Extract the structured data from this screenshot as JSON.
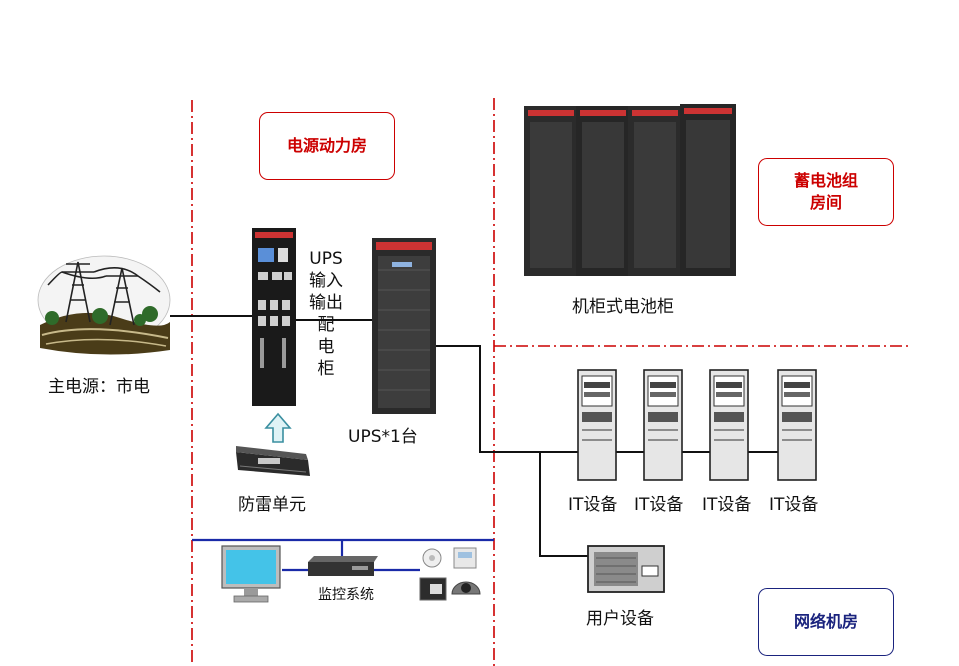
{
  "rooms": {
    "power_room": "电源动力房",
    "battery_room": [
      "蓄电池组",
      "房间"
    ],
    "network_room": "网络机房"
  },
  "labels": {
    "mains": "主电源：市电",
    "ups_panel": [
      "UPS",
      "输入",
      "输出",
      "配",
      "电",
      "柜"
    ],
    "ups_unit": "UPS*1台",
    "surge_unit": "防雷单元",
    "battery_cabinet": "机柜式电池柜",
    "it_devices": [
      "IT设备",
      "IT设备",
      "IT设备",
      "IT设备"
    ],
    "user_device": "用户设备",
    "monitoring": "监控系统"
  },
  "colors": {
    "room_border": "#cc0000",
    "room_text": "#cc0000",
    "network_border": "#1a237e",
    "network_text": "#1a237e",
    "divider": "#cc0000",
    "monitor_bus": "#1a2aa8"
  },
  "icons": [
    "power-tower-icon",
    "distribution-cabinet-icon",
    "ups-cabinet-icon",
    "battery-cabinet-icon",
    "it-rack-icon",
    "user-device-icon",
    "arrow-up-icon",
    "surge-protector-icon",
    "monitor-icon",
    "monitoring-host-icon",
    "smoke-sensor-icon",
    "temperature-sensor-icon",
    "door-sensor-icon",
    "camera-icon"
  ]
}
